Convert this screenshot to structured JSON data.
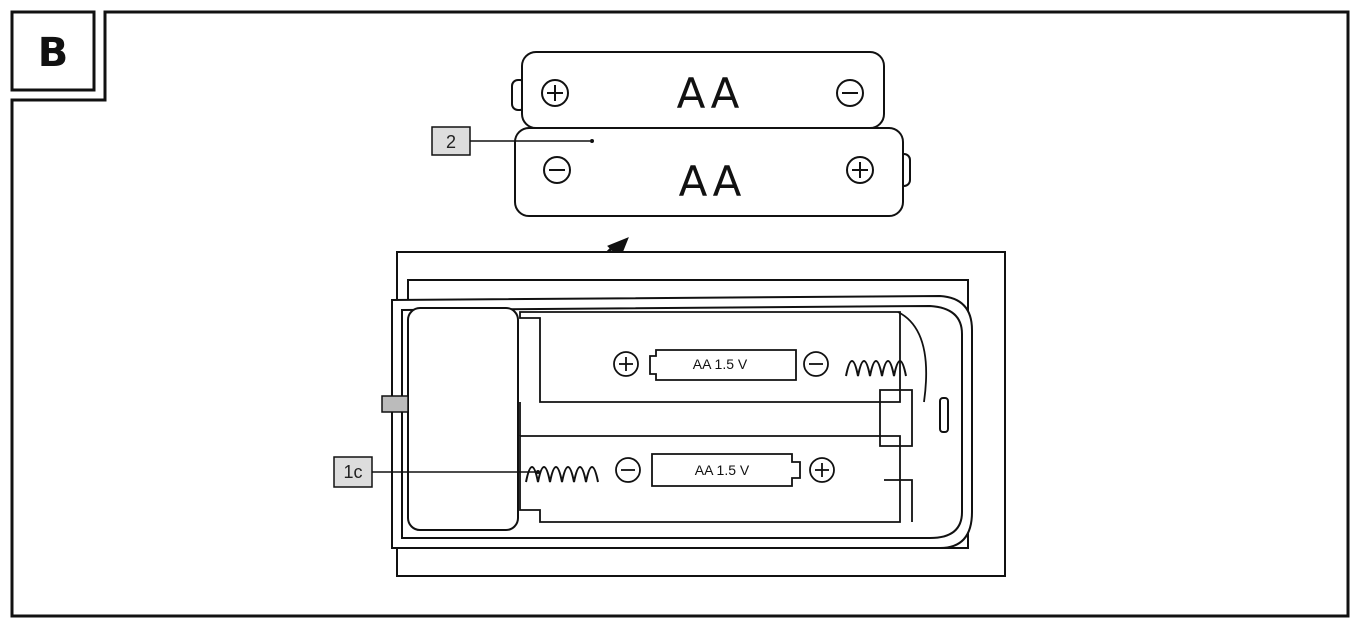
{
  "panel": {
    "letter": "B"
  },
  "batteries": {
    "top": {
      "label": "AA",
      "left_symbol": "⊕",
      "right_symbol": "⊖"
    },
    "bottom": {
      "label": "AA",
      "left_symbol": "⊖",
      "right_symbol": "⊕"
    }
  },
  "compartment": {
    "upper_slot": {
      "label": "AA 1.5 V",
      "left_symbol": "⊕",
      "right_symbol": "⊖"
    },
    "lower_slot": {
      "label": "AA 1.5 V",
      "left_symbol": "⊖",
      "right_symbol": "⊕"
    }
  },
  "callouts": {
    "batteries_ref": "2",
    "spring_ref": "1c"
  },
  "colors": {
    "line": "#111111",
    "callout_fill": "#dddddd"
  }
}
